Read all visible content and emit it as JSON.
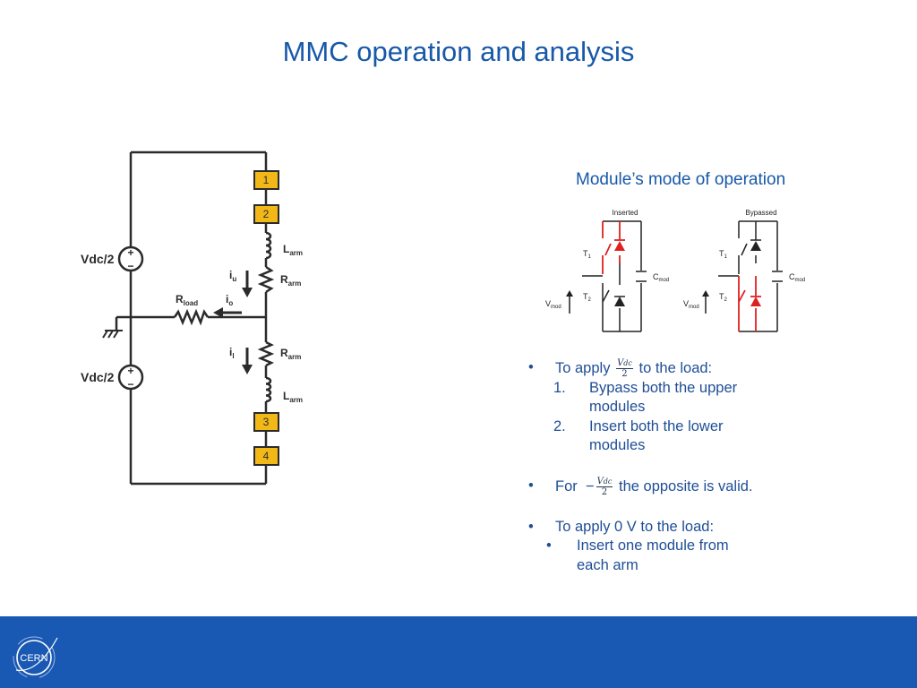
{
  "slide": {
    "title": "MMC operation and analysis",
    "mode_heading": "Module’s mode of operation"
  },
  "circuit": {
    "source_upper_label": "Vdc/2",
    "source_lower_label": "Vdc/2",
    "module_labels": [
      "1",
      "2",
      "3",
      "4"
    ],
    "l_arm_main": "L",
    "l_arm_sub": "arm",
    "r_arm_main": "R",
    "r_arm_sub": "arm",
    "r_load_main": "R",
    "r_load_sub": "load",
    "i_u_main": "i",
    "i_u_sub": "u",
    "i_o_main": "i",
    "i_o_sub": "o",
    "i_l_main": "i",
    "i_l_sub": "l",
    "module_color": "#f2b817",
    "wire_color": "#2b2b2b"
  },
  "modes": {
    "inserted_title": "Inserted",
    "bypassed_title": "Bypassed",
    "t_main": "T",
    "t1_sub": "1",
    "t2_sub": "2",
    "c_main": "C",
    "c_sub": "mod",
    "v_main": "V",
    "v_sub": "mod",
    "active_color": "#e02020"
  },
  "bullets": {
    "b1_prefix": "To  apply",
    "b1_suffix": "to the load:",
    "frac_num": "V",
    "frac_num_sub": "dc",
    "frac_den": "2",
    "b1_items": [
      {
        "num": "1.",
        "line1": " Bypass both the upper",
        "line2": "modules"
      },
      {
        "num": "2.",
        "line1": "Insert both the lower",
        "line2": "modules"
      }
    ],
    "b2_prefix": "For",
    "b2_minus": "−",
    "b2_suffix": "the opposite is valid.",
    "b3_text": "To apply 0 V to the load:",
    "b3_item_line1": "Insert one module from",
    "b3_item_line2": "each arm",
    "bullet_char": "•"
  },
  "footer": {
    "logo_text": "CERN",
    "color": "#1958b3"
  }
}
